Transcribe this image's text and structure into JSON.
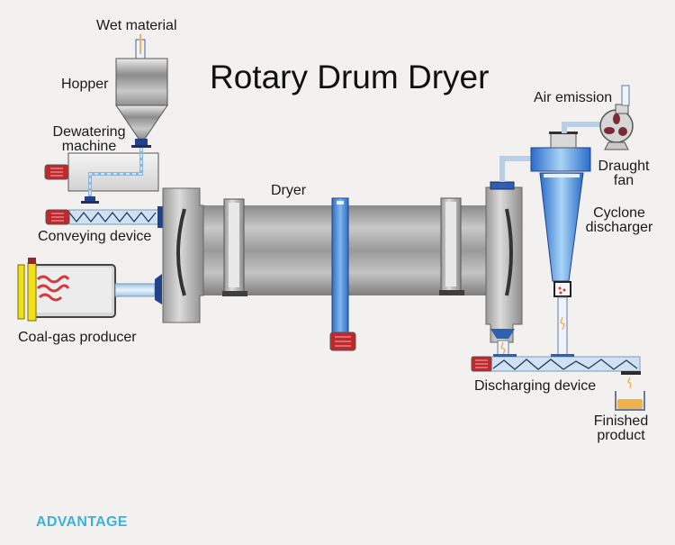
{
  "title": "Rotary Drum Dryer",
  "labels": {
    "wet_material": "Wet material",
    "hopper": "Hopper",
    "dewatering_line1": "Dewatering",
    "dewatering_line2": "machine",
    "conveying": "Conveying device",
    "coal_gas": "Coal-gas producer",
    "dryer": "Dryer",
    "air_emission": "Air emission",
    "draught_line1": "Draught",
    "draught_line2": "fan",
    "cyclone_line1": "Cyclone",
    "cyclone_line2": "discharger",
    "discharging": "Discharging device",
    "finished_line1": "Finished",
    "finished_line2": "product"
  },
  "footer": {
    "advantage": "ADVANTAGE"
  },
  "colors": {
    "background": "#f2f1f0",
    "steel": "#a9a9a9",
    "blue": "#3a7fd0",
    "motor_red": "#c0282c",
    "flame_red": "#d6393c",
    "burner_yellow": "#f1e11d",
    "product_orange": "#f0b24a",
    "accent_text": "#3bb3d6"
  }
}
